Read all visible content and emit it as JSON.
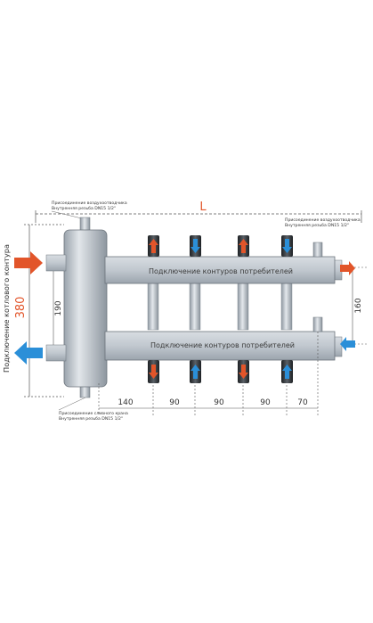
{
  "labels": {
    "overall_length": "L",
    "boiler_height": "380",
    "boiler_circuit": "Подключение котлового контура",
    "pipe_spacing": "190",
    "right_height": "160",
    "consumers_top": "Подключение контуров потребителей",
    "consumers_bottom": "Подключение контуров потребителей",
    "dim_140": "140",
    "dim_90_a": "90",
    "dim_90_b": "90",
    "dim_90_c": "90",
    "dim_70": "70"
  },
  "notes": {
    "air_vent_left_1": "Присоединение воздухоотводчика",
    "air_vent_left_2": "Внутренняя резьба DN15 1/2\"",
    "air_vent_right_1": "Присоединение воздухоотводчика",
    "air_vent_right_2": "Внутренняя резьба DN15 1/2\"",
    "drain_1": "Присоединение сливного крана",
    "drain_2": "Внутренняя резьба DN15 1/2\""
  },
  "colors": {
    "hot_arrow": "#e2552a",
    "cold_arrow": "#2b8fd8",
    "title_red": "#e2552a",
    "steel": "#c4cbd2",
    "dimension": "#444444"
  },
  "icons": {
    "boiler_supply": "arrow-right-icon",
    "boiler_return": "arrow-left-icon"
  }
}
